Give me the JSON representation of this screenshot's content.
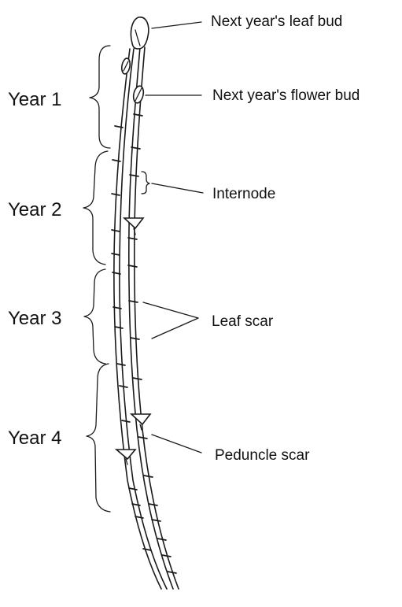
{
  "years": [
    {
      "label": "Year 1"
    },
    {
      "label": "Year 2"
    },
    {
      "label": "Year 3"
    },
    {
      "label": "Year 4"
    }
  ],
  "parts": {
    "leaf_bud": "Next year's leaf bud",
    "flower_bud": "Next year's flower bud",
    "internode": "Internode",
    "leaf_scar": "Leaf scar",
    "peduncle_scar": "Peduncle scar"
  }
}
